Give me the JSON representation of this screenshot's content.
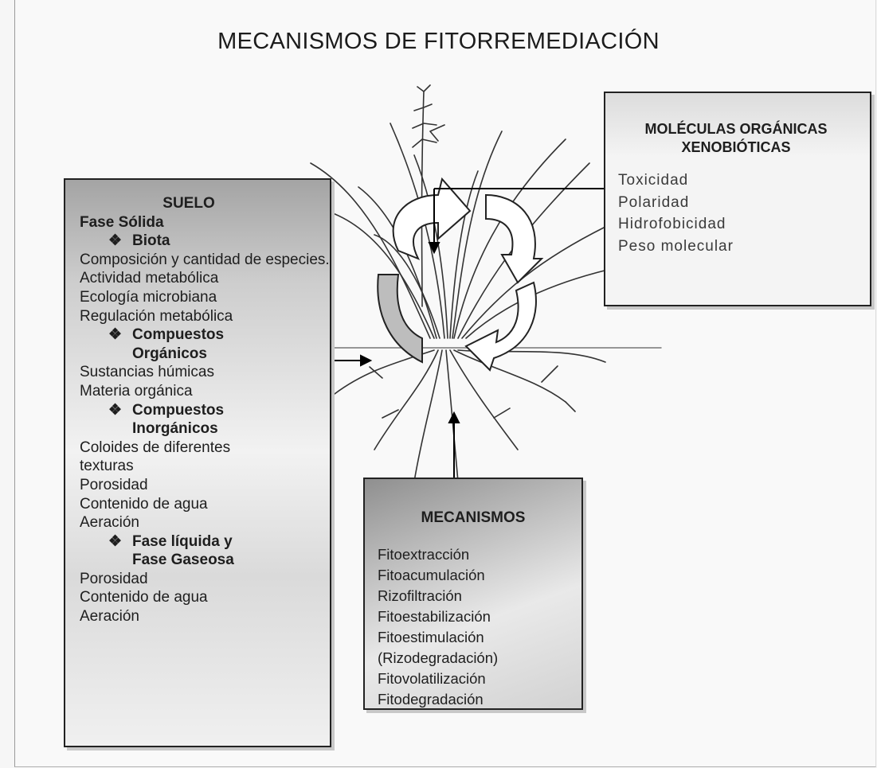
{
  "title": "MECANISMOS DE FITORREMEDIACIÓN",
  "suelo": {
    "heading": "SUELO",
    "fase_solida": "Fase Sólida",
    "bullet_glyph": "❖",
    "biota": {
      "label": "Biota",
      "items": [
        "Composición y cantidad de especies.",
        "Actividad metabólica",
        "Ecología microbiana",
        "Regulación metabólica"
      ]
    },
    "compuestos_organicos": {
      "label_line1": "Compuestos",
      "label_line2": "Orgánicos",
      "items": [
        "Sustancias húmicas",
        "Materia orgánica"
      ]
    },
    "compuestos_inorganicos": {
      "label_line1": "Compuestos",
      "label_line2": "Inorgánicos",
      "items": [
        "Coloides de diferentes",
        "texturas",
        "Porosidad",
        "Contenido de agua",
        "Aeración"
      ]
    },
    "fase_liquida": {
      "label_line1": "Fase líquida y",
      "label_line2": "Fase Gaseosa",
      "items": [
        "Porosidad",
        "Contenido de agua",
        "Aeración"
      ]
    }
  },
  "xeno": {
    "heading_line1": "MOLÉCULAS ORGÁNICAS",
    "heading_line2": "XENOBIÓTICAS",
    "items": [
      "Toxicidad",
      "Polaridad",
      "Hidrofobicidad",
      "Peso molecular"
    ]
  },
  "mecanismos": {
    "heading": "MECANISMOS",
    "items": [
      "Fitoextracción",
      "Fitoacumulación",
      "Rizofiltración",
      "Fitoestabilización",
      "Fitoestimulación",
      "(Rizodegradación)",
      "Fitovolatilización",
      "Fitodegradación"
    ]
  }
}
